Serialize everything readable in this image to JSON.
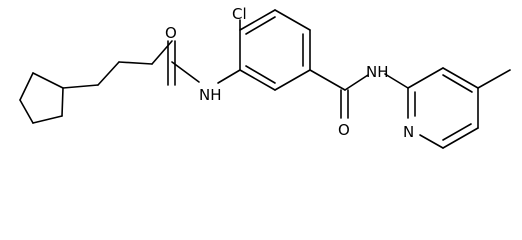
{
  "molecule": {
    "atom_labels": {
      "chlorine": "Cl",
      "amide_oxygen_left": "O",
      "amide_nh_left": "NH",
      "amide_oxygen_right": "O",
      "amide_nh_right": "NH",
      "pyridine_nitrogen": "N"
    },
    "colors": {
      "bond": "#000000",
      "label": "#000000",
      "background": "#ffffff"
    }
  }
}
